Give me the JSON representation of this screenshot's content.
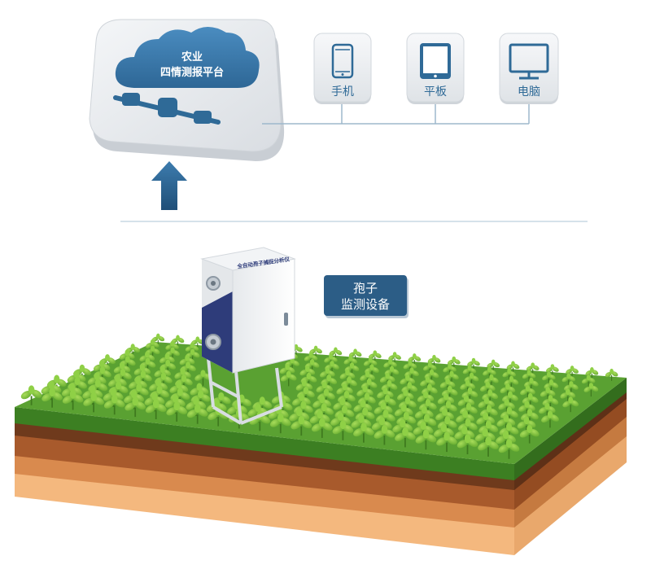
{
  "platform": {
    "line1": "农业",
    "line2": "四情测报平台"
  },
  "devices": [
    {
      "label": "手机",
      "icon": "smartphone-icon"
    },
    {
      "label": "平板",
      "icon": "tablet-icon"
    },
    {
      "label": "电脑",
      "icon": "monitor-icon"
    }
  ],
  "equipment": {
    "cabinet_label": "全自动孢子捕捉分析仪",
    "callout_line1": "孢子",
    "callout_line2": "监测设备"
  },
  "colors": {
    "accent_blue": "#2f6a97",
    "cloud_blue": "#3b78a8",
    "callout_bg": "#2c5d86",
    "connector_line": "#9db8cc",
    "grass_green": "#4f9a2c",
    "plant_green": "#7fc23a",
    "cabinet_navy": "#2e3c7a"
  }
}
